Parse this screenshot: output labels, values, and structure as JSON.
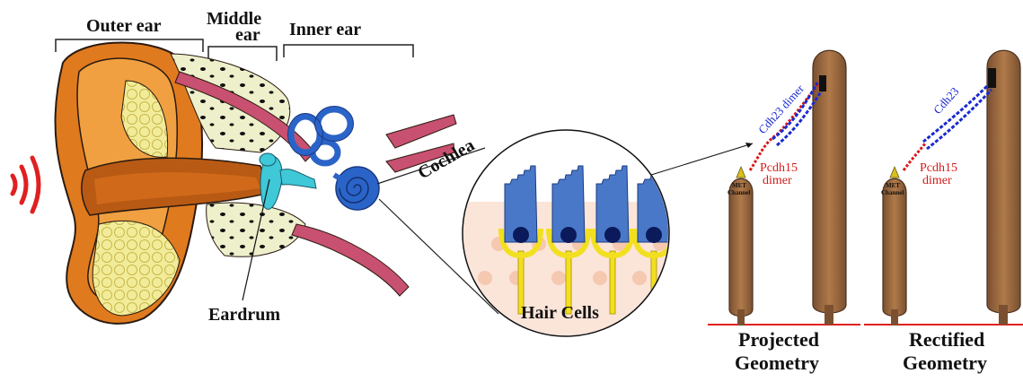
{
  "ear_regions": {
    "outer": "Outer ear",
    "middle_line1": "Middle",
    "middle_line2": "ear",
    "inner": "Inner ear"
  },
  "labels": {
    "cochlea": "Cochlea",
    "eardrum": "Eardrum",
    "hair_cells": "Hair Cells"
  },
  "projected": {
    "cdh23": "Cdh23 dimer",
    "pcdh15_line1": "Pcdh15",
    "pcdh15_line2": "dimer",
    "met_line1": "MET",
    "met_line2": "Channel",
    "caption_line1": "Projected",
    "caption_line2": "Geometry"
  },
  "rectified": {
    "cdh23": "Cdh23",
    "pcdh15_line1": "Pcdh15",
    "pcdh15_line2": "dimer",
    "met_line1": "MET",
    "met_line2": "Channel",
    "caption_line1": "Rectified",
    "caption_line2": "Geometry"
  },
  "colors": {
    "sound_waves": "#e02020",
    "ear_canal": "#e07a1e",
    "ear_skin": "#f0a040",
    "cartilage": "#f2ec9a",
    "bone": "#e8ecc4",
    "ossicles": "#3ec8d8",
    "inner_ear": "#2b64c8",
    "stereocilia": "#4a78c8",
    "hair_cell_base": "#f2e020",
    "stem": "#9a6a3e",
    "cdh23": "#1a2ad0",
    "pcdh15": "#d81818",
    "baseline": "#e02020"
  }
}
